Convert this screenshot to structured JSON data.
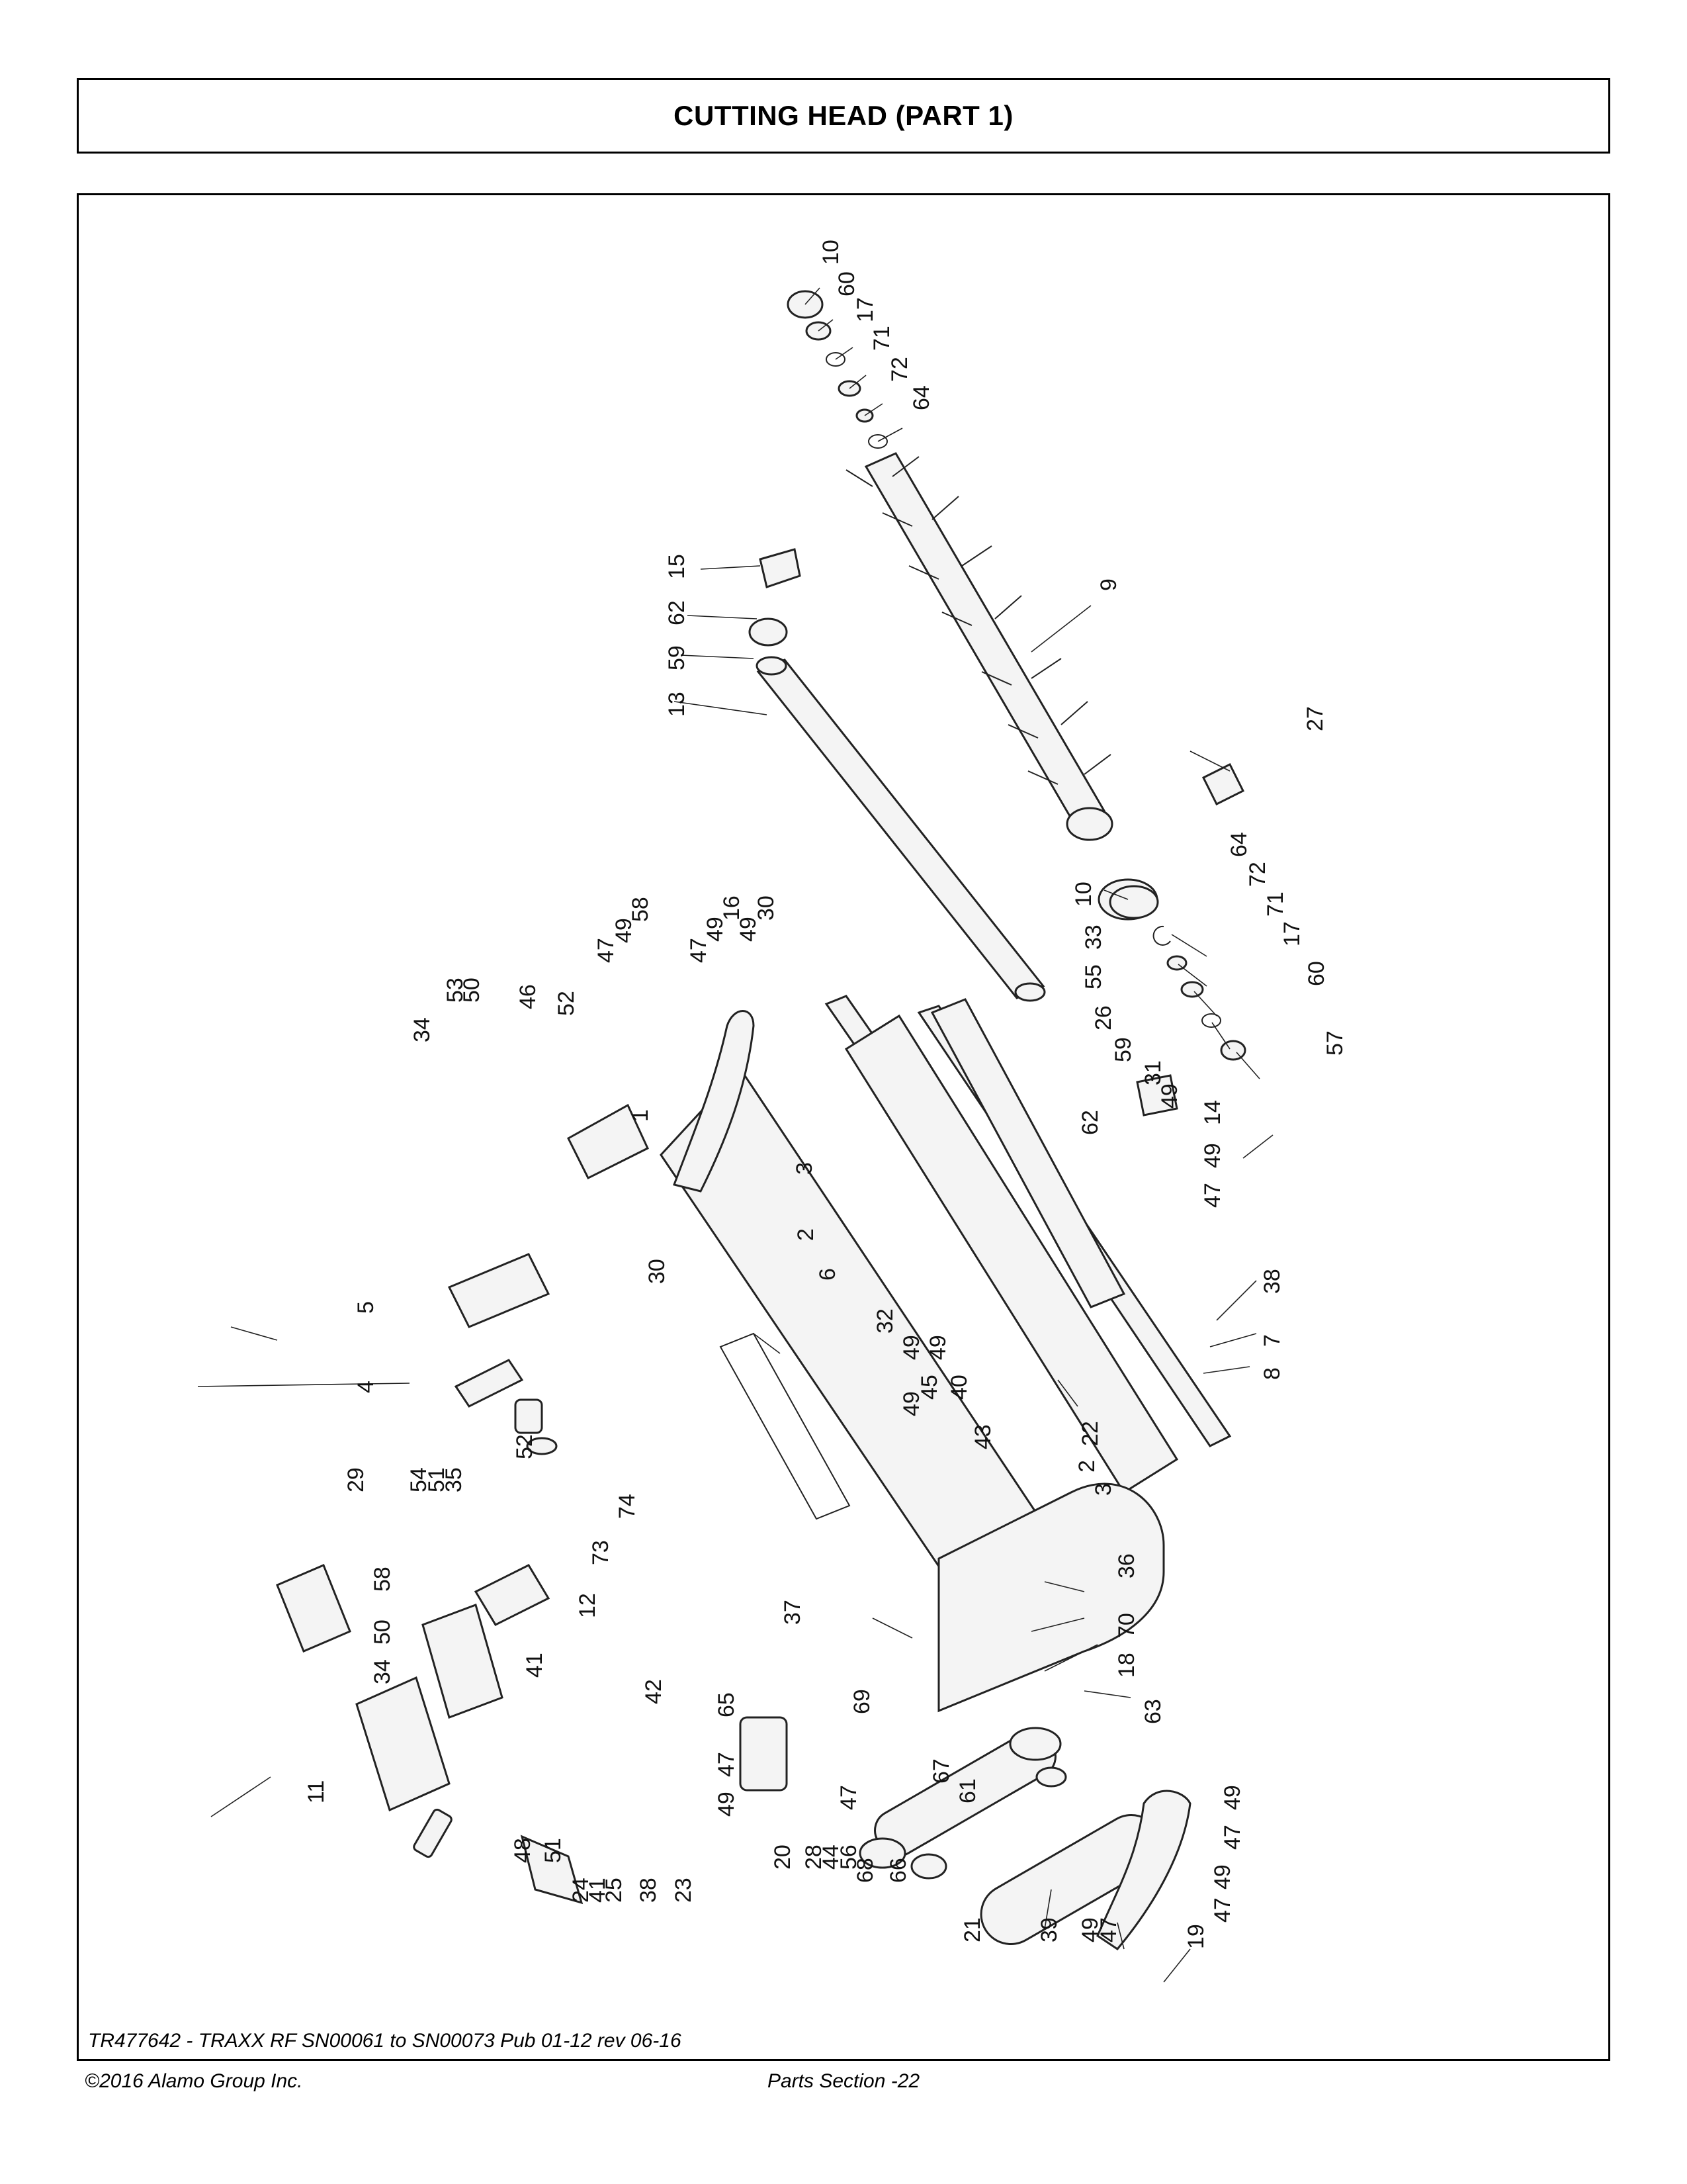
{
  "header": {
    "title": "CUTTING HEAD (PART 1)"
  },
  "diagram": {
    "pub_ref": "TR477642 - TRAXX RF  SN00061 to SN00073  Pub 01-12  rev 06-16",
    "callouts": {
      "c10a": "10",
      "c60a": "60",
      "c17a": "17",
      "c71a": "71",
      "c72a": "72",
      "c64a": "64",
      "c15": "15",
      "c62a": "62",
      "c59a": "59",
      "c13": "13",
      "c9": "9",
      "c27": "27",
      "c10b": "10",
      "c64b": "64",
      "c72b": "72",
      "c71b": "71",
      "c17b": "17",
      "c60b": "60",
      "c57": "57",
      "c33": "33",
      "c55": "55",
      "c26": "26",
      "c59b": "59",
      "c31": "31",
      "c62b": "62",
      "c49a": "49",
      "c14": "14",
      "c49b": "49",
      "c47a": "47",
      "c47b": "47",
      "c49c": "49",
      "c58a": "58",
      "c47c": "47",
      "c49d": "49",
      "c16": "16",
      "c49e": "49",
      "c30a": "30",
      "c34a": "34",
      "c53": "53",
      "c50a": "50",
      "c46": "46",
      "c52a": "52",
      "c1": "1",
      "c3a": "3",
      "c2a": "2",
      "c30b": "30",
      "c5": "5",
      "c4": "4",
      "c29": "29",
      "c54": "54",
      "c51a": "51",
      "c35": "35",
      "c52b": "52",
      "c6": "6",
      "c32": "32",
      "c49f": "49",
      "c45": "45",
      "c40": "40",
      "c49g": "49",
      "c49h": "49",
      "c38a": "38",
      "c7": "7",
      "c8": "8",
      "c22": "22",
      "c43": "43",
      "c2b": "2",
      "c3b": "3",
      "c74": "74",
      "c73": "73",
      "c58b": "58",
      "c50b": "50",
      "c34b": "34",
      "c12": "12",
      "c37": "37",
      "c36": "36",
      "c70": "70",
      "c18": "18",
      "c63": "63",
      "c41a": "41",
      "c11": "11",
      "c42": "42",
      "c65": "65",
      "c69": "69",
      "c47d": "47",
      "c49i": "49",
      "c20": "20",
      "c28": "28",
      "c44": "44",
      "c56": "56",
      "c47e": "47",
      "c68": "68",
      "c66": "66",
      "c67": "67",
      "c61": "61",
      "c48": "48",
      "c51b": "51",
      "c24": "24",
      "c41b": "41",
      "c25": "25",
      "c38b": "38",
      "c23": "23",
      "c21": "21",
      "c39": "39",
      "c49j": "49",
      "c47f": "47",
      "c19": "19",
      "c49k": "49",
      "c47g": "47",
      "c49l": "49",
      "c47h": "47"
    }
  },
  "footer": {
    "copyright": "©2016 Alamo Group Inc.",
    "page": "Parts Section -22"
  }
}
